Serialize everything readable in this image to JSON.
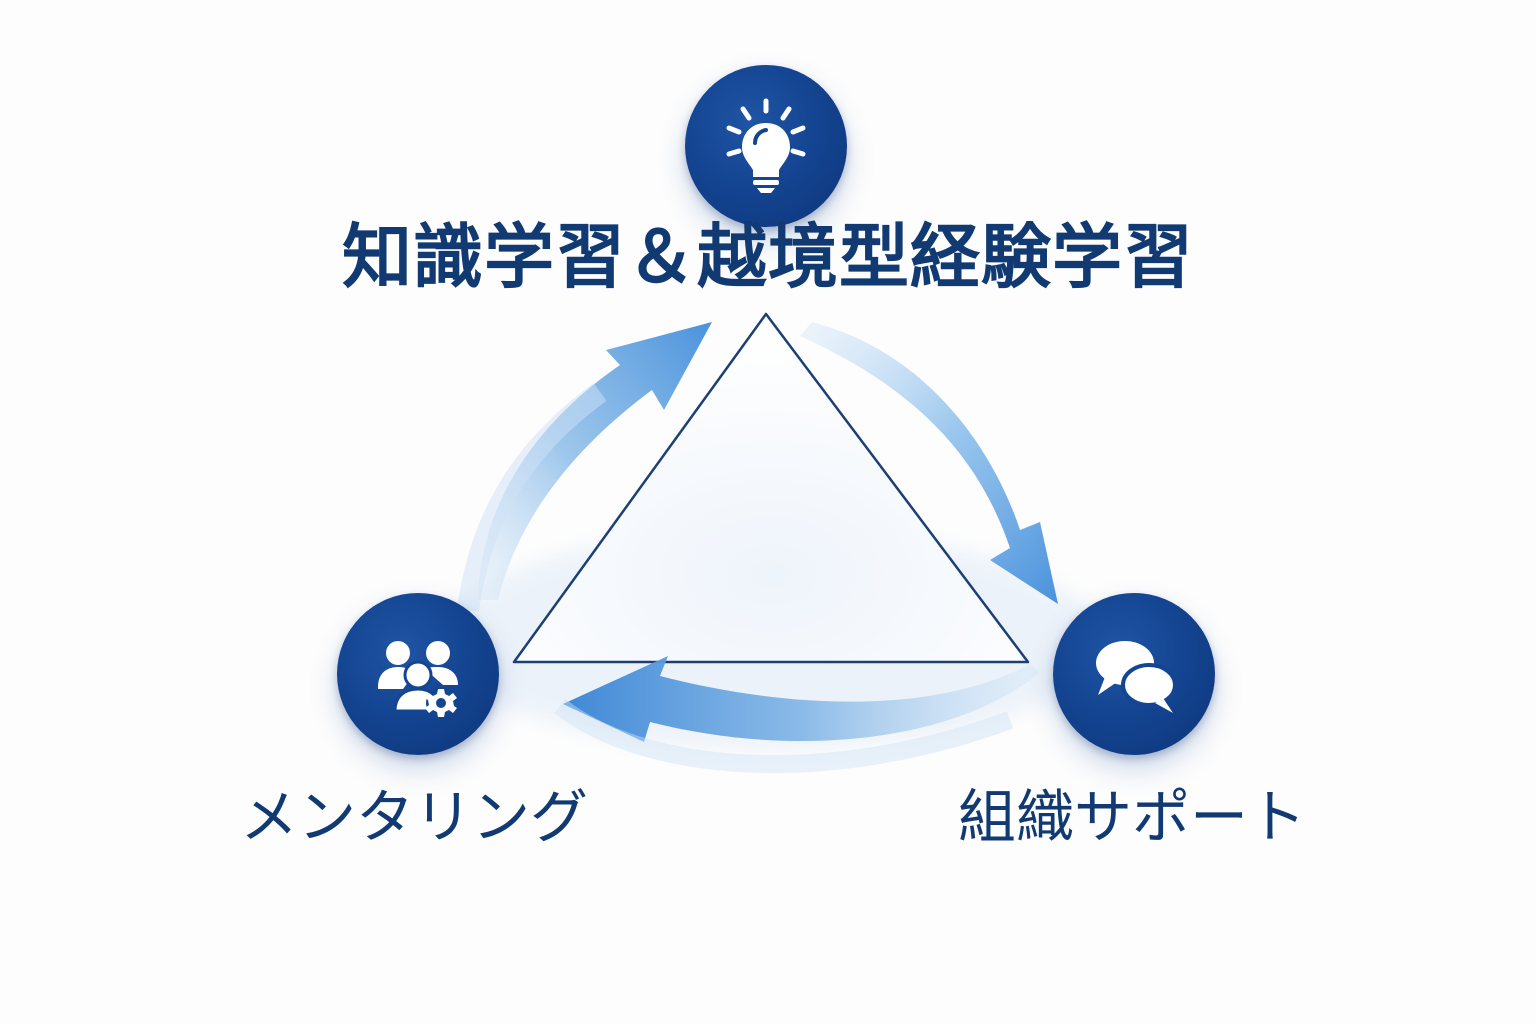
{
  "diagram": {
    "title": "知識学習＆越境型経験学習",
    "type": "cycle-triangle",
    "nodes": [
      {
        "id": "top",
        "label": "知識学習＆越境型経験学習",
        "icon": "lightbulb-icon"
      },
      {
        "id": "left",
        "label": "メンタリング",
        "icon": "team-gear-icon"
      },
      {
        "id": "right",
        "label": "組織サポート",
        "icon": "chat-bubbles-icon"
      }
    ],
    "edges": [
      {
        "from": "top",
        "to": "right",
        "style": "curved-arrow"
      },
      {
        "from": "right",
        "to": "left",
        "style": "curved-arrow"
      },
      {
        "from": "left",
        "to": "top",
        "style": "curved-arrow"
      }
    ],
    "colors": {
      "navy": "#113A73",
      "circle": "#144592",
      "arrow": "#4A90D9",
      "arrow_light": "#A9CDF0",
      "triangle_stroke": "#1D3F73",
      "background": "#FDFDFD"
    }
  },
  "labels": {
    "left": "メンタリング",
    "right": "組織サポート"
  }
}
